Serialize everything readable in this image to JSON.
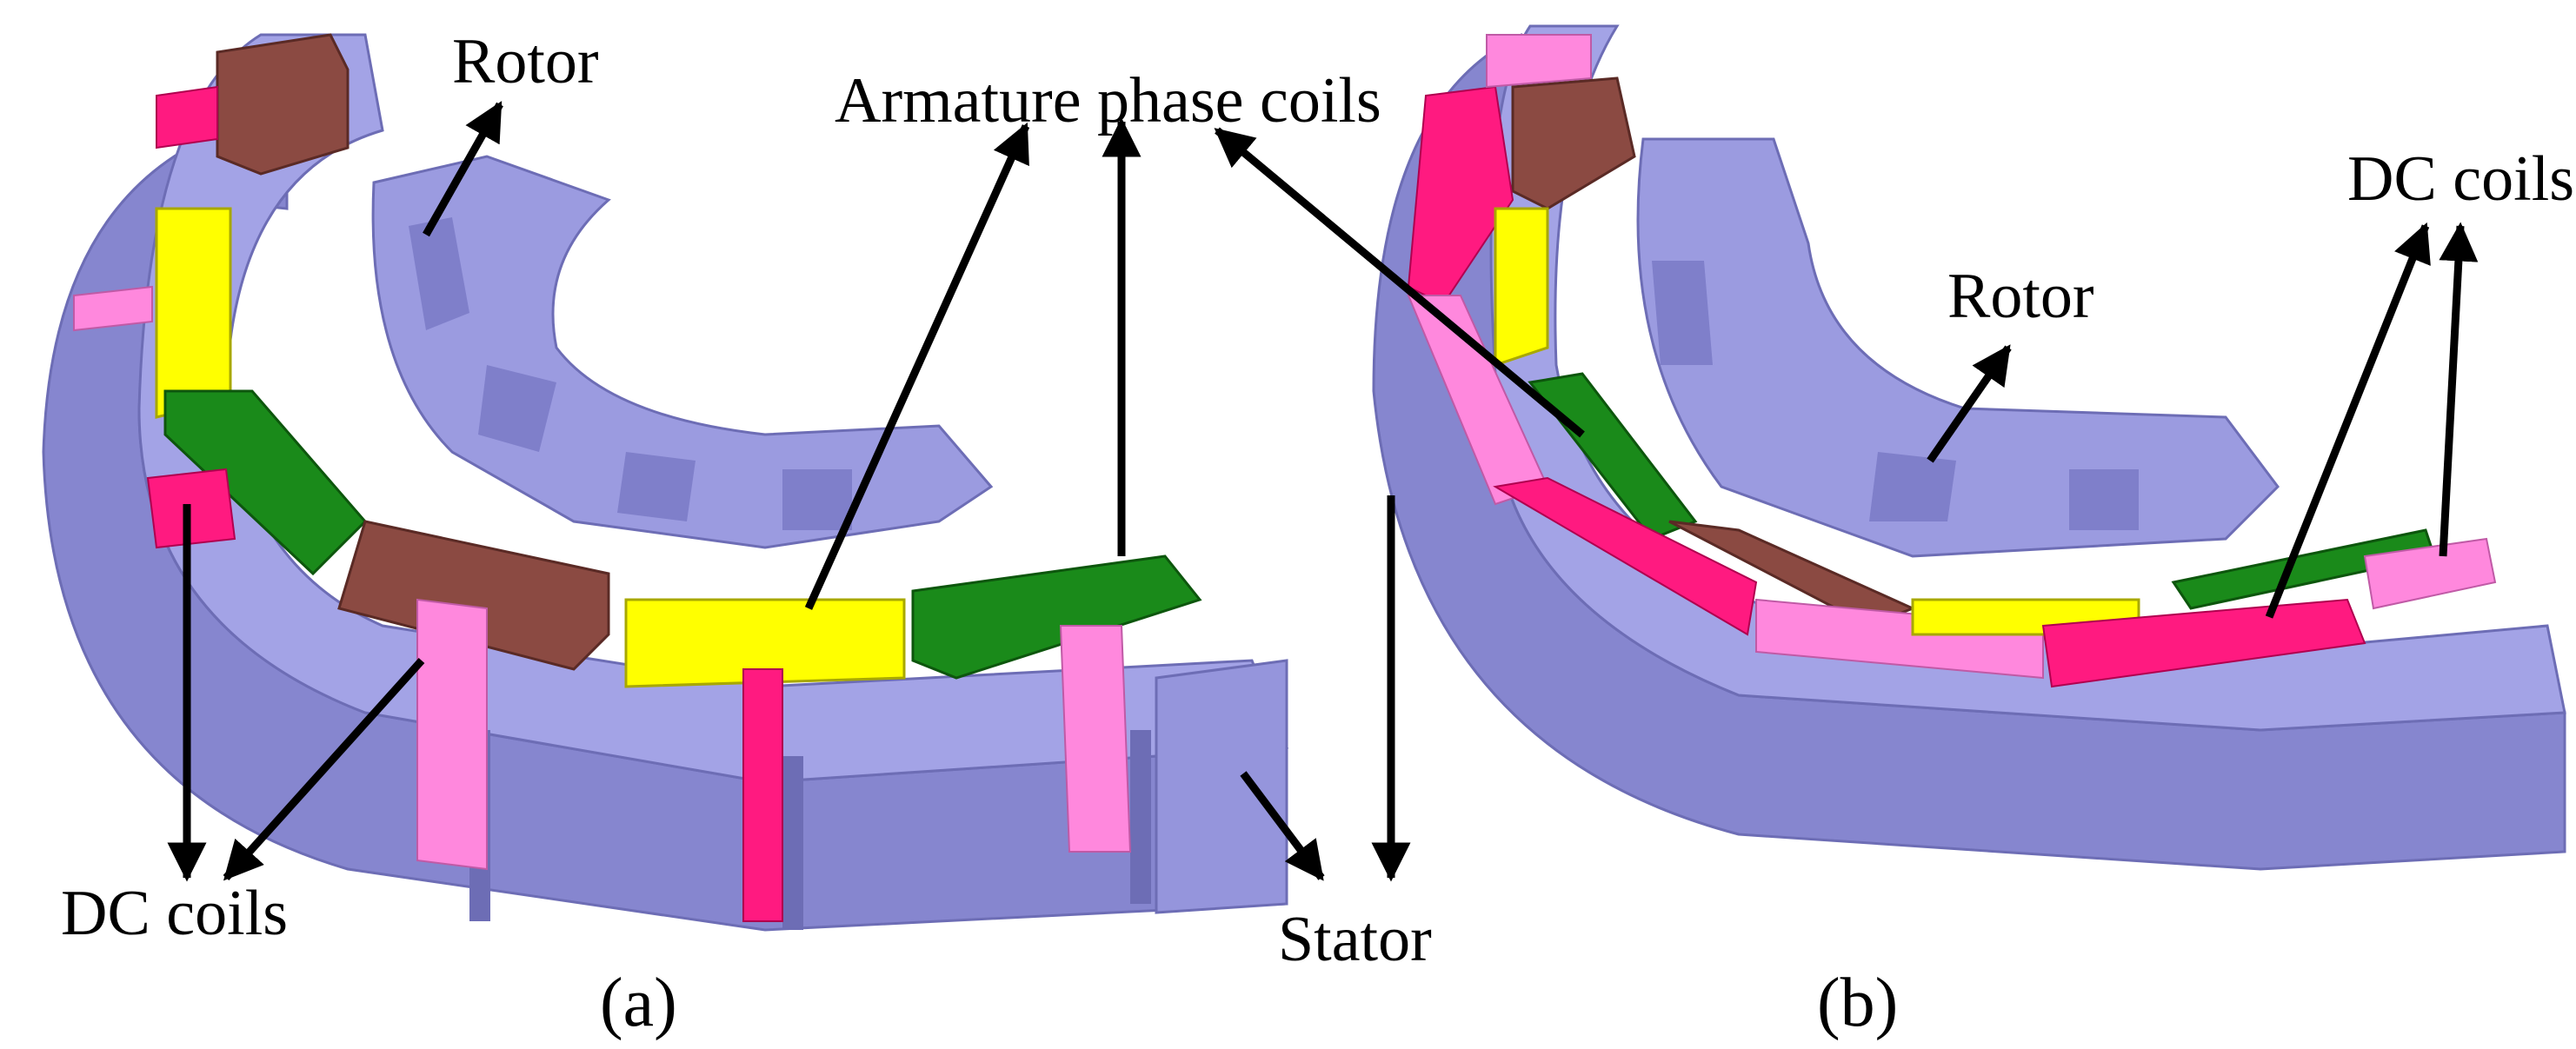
{
  "labels": {
    "rotor_a": "Rotor",
    "armature": "Armature phase coils",
    "dc_coils_a": "DC coils",
    "stator": "Stator",
    "caption_a": "(a)",
    "dc_coils_b": "DC coils",
    "rotor_b": "Rotor",
    "caption_b": "(b)"
  },
  "colors": {
    "steel": "#9b9be0",
    "steel_dark": "#7f7fca",
    "steel_shadow": "#6d6db5",
    "coil_yellow": "#ffff00",
    "coil_green": "#1a8a1a",
    "coil_brown": "#8b4a42",
    "coil_magenta": "#ff1a80",
    "coil_pink": "#ff88dd"
  }
}
